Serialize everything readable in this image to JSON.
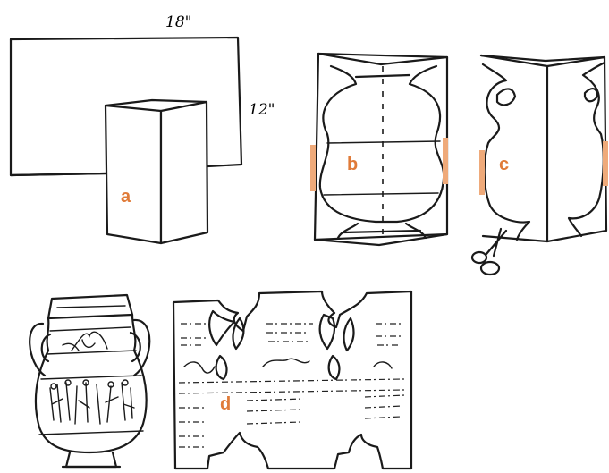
{
  "dimensions": {
    "width_label": "18\"",
    "height_label": "12\""
  },
  "steps": [
    {
      "id": "a",
      "label": "a"
    },
    {
      "id": "b",
      "label": "b"
    },
    {
      "id": "c",
      "label": "c"
    },
    {
      "id": "d",
      "label": "d"
    }
  ],
  "colors": {
    "accent": "#e07b39",
    "highlight": "#efaa7a",
    "ink": "#1a1a1a"
  }
}
